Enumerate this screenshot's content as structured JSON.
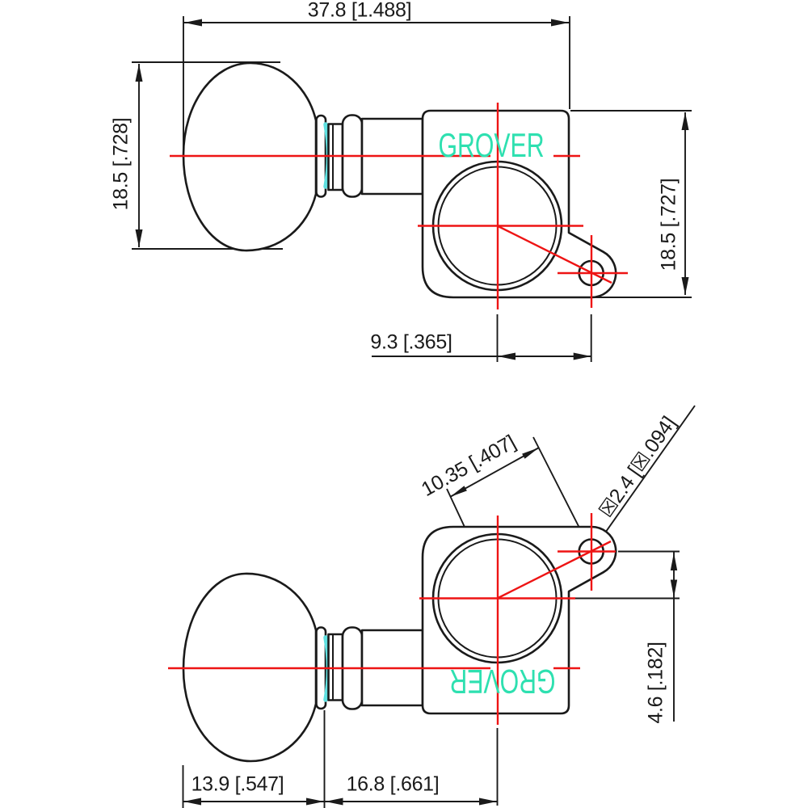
{
  "title": "Grover tuning machine dimension drawing",
  "colors": {
    "line": "#1a1a1a",
    "centerline_red": "#ee1414",
    "brand_teal": "#2ee0b0",
    "washer_cyan": "#5fe0e0",
    "background": "#ffffff"
  },
  "views": {
    "top": {
      "brand": "GROVER",
      "dims": {
        "overall_width": "37.8 [1.488]",
        "knob_height": "18.5 [.728]",
        "housing_height": "18.5 [.727]",
        "post_offset": "9.3 [.365]"
      }
    },
    "bottom": {
      "brand": "GROVER",
      "dims": {
        "hole_center_distance": "10.35 [.407]",
        "mount_hole_diameter": "☒2.4 [☒.094]",
        "hole_vertical_offset": "4.6 [.182]",
        "knob_length": "13.9 [.547]",
        "shaft_length": "16.8 [.661]"
      }
    }
  }
}
